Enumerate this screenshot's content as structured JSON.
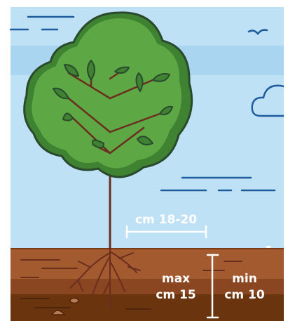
{
  "labels": {
    "spread": "cm 18-20",
    "max_line1": "max",
    "max_line2": "cm 15",
    "min_line1": "min",
    "min_line2": "cm 10"
  },
  "colors": {
    "sky": "#bfe1f6",
    "sky_band": "#a9d5f1",
    "sky_lines": "#1e5c9e",
    "foliage": "#5da845",
    "foliage_dark": "#3f8232",
    "outline": "#2a4a2e",
    "branch": "#6b2e1e",
    "soil_top": "#a35a2e",
    "soil_mid": "#8a4620",
    "soil_deep": "#6a340f",
    "label_text": "#ffffff"
  },
  "icons": [
    "bird-icon",
    "cloud-icon",
    "tree-icon",
    "measure-bracket-icon"
  ]
}
